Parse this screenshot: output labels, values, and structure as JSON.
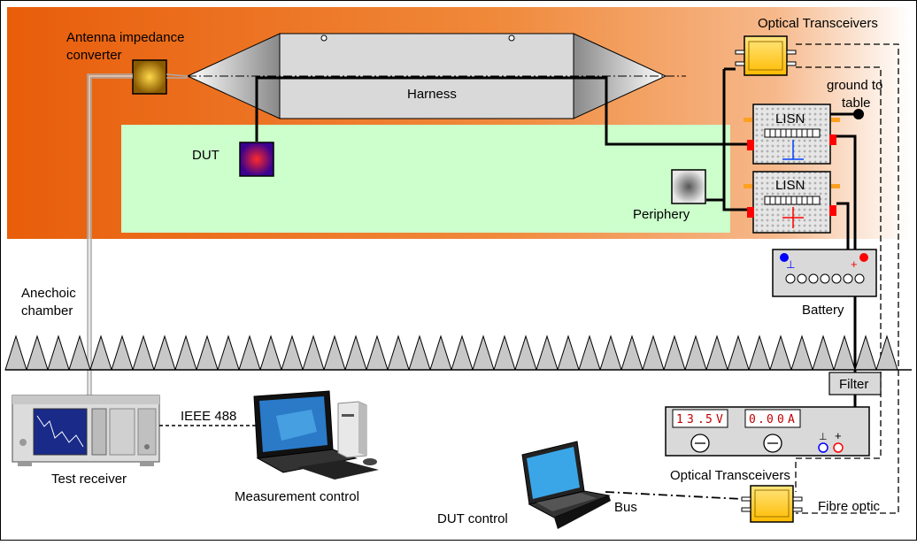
{
  "labels": {
    "antenna_converter": [
      "Antenna impedance",
      "converter"
    ],
    "harness": "Harness",
    "dut": "DUT",
    "periphery": "Periphery",
    "optical_transceivers_top": "Optical Transceivers",
    "ground_to_table": [
      "ground to",
      "table"
    ],
    "lisn_1": "LISN",
    "lisn_2": "LISN",
    "battery": "Battery",
    "anechoic_chamber": [
      "Anechoic",
      "chamber"
    ],
    "filter": "Filter",
    "ieee": "IEEE 488",
    "test_receiver": "Test receiver",
    "measurement_control": "Measurement  control",
    "optical_transceivers_bottom": "Optical Transceivers",
    "bus": "Bus",
    "dut_control": "DUT control",
    "fibre_optic": "Fibre optic",
    "psu_voltage": [
      "1",
      "3",
      ".",
      "5",
      "V"
    ],
    "psu_current": [
      "0",
      ".",
      "0",
      "0",
      "A"
    ],
    "battery_minus": "⊥",
    "battery_plus": "+",
    "psu_minus": "⊥",
    "psu_plus": "+"
  },
  "colors": {
    "chamber_outer": "#e8600c",
    "table": "#ccffcc",
    "cable": "#000000",
    "transceiver": "#ffcc00"
  },
  "icons": [
    "test-receiver-icon",
    "laptop-icon",
    "desktop-pc-icon",
    "dut-laptop-icon",
    "lisn-icon",
    "battery-icon",
    "power-supply-icon",
    "optical-transceiver-icon",
    "antenna-converter-icon",
    "dut-box-icon",
    "periphery-box-icon"
  ]
}
